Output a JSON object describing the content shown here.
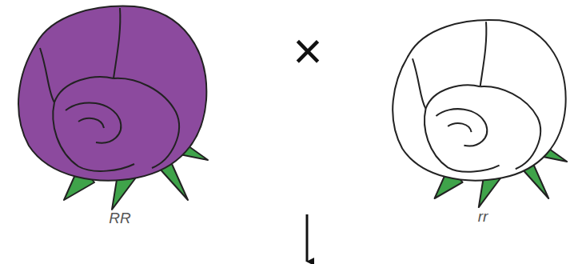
{
  "diagram": {
    "labels": [
      "RR",
      "×",
      "rr"
    ]
  }
}
